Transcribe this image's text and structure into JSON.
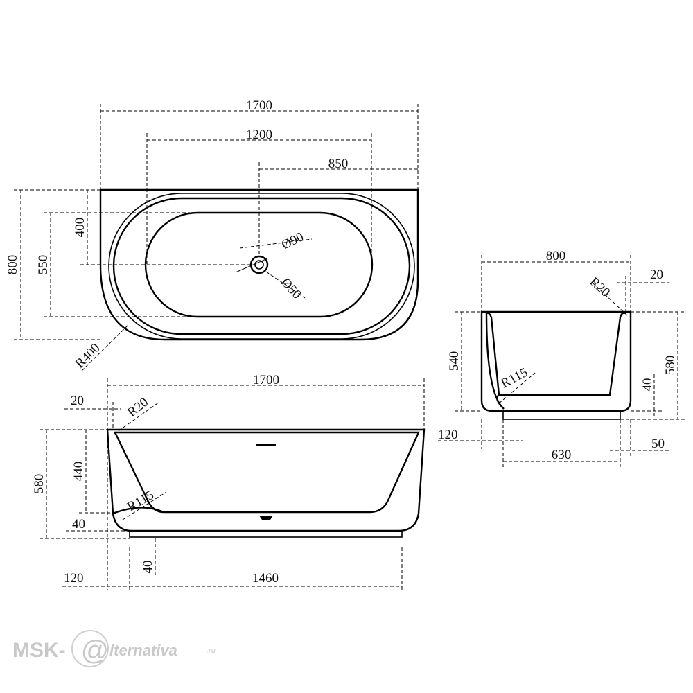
{
  "top_view": {
    "overall_length": "1700",
    "inner_length": "1200",
    "drain_offset": "850",
    "overall_width": "800",
    "inner_width": "550",
    "drain_to_back": "400",
    "overflow_diameter": "Ø90",
    "drain_diameter": "Ø50",
    "corner_radius": "R400"
  },
  "front_view": {
    "overall_length": "1700",
    "rim_thickness": "20",
    "rim_radius": "R20",
    "overall_height": "580",
    "inner_depth": "440",
    "base_height": "40",
    "inner_radius": "R115",
    "plinth_height": "40",
    "plinth_offset": "120",
    "plinth_length": "1460"
  },
  "side_view": {
    "overall_width": "800",
    "rim_thickness": "20",
    "rim_radius": "R20",
    "inner_depth": "540",
    "overall_height": "580",
    "inner_radius": "R115",
    "base_height": "40",
    "plinth_offset": "120",
    "plinth_width": "630",
    "plinth_back_offset": "50"
  },
  "watermark": {
    "brand": "MSK-",
    "at_symbol": "@",
    "tail": "lternativa",
    "domain": ".ru"
  }
}
